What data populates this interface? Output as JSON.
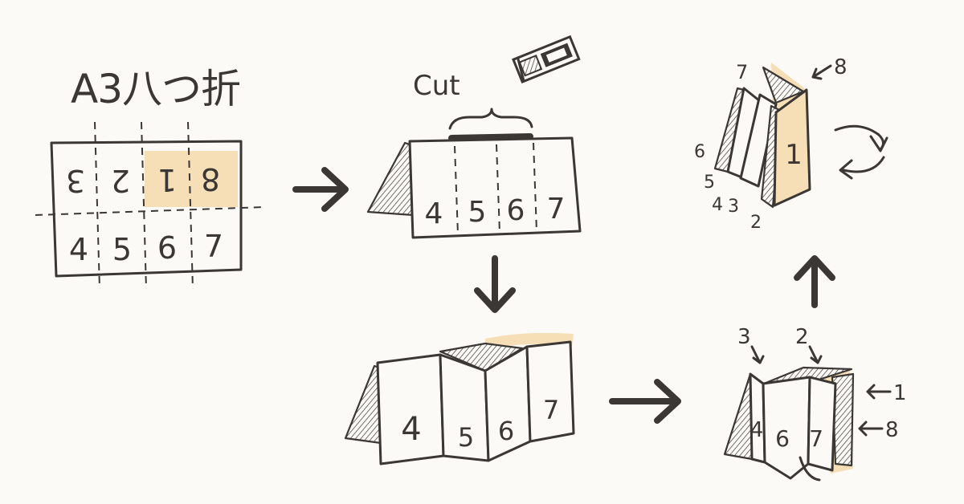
{
  "title": "A3八つ折",
  "cut_label": "Cut",
  "sheet": {
    "top_row": [
      "3",
      "2",
      "1",
      "8"
    ],
    "bottom_row": [
      "4",
      "5",
      "6",
      "7"
    ]
  },
  "step_folded": {
    "panels": [
      "4",
      "5",
      "6",
      "7"
    ]
  },
  "step_pushed": {
    "panels": [
      "4",
      "5",
      "6",
      "7"
    ]
  },
  "step_zigzag": {
    "panels": [
      "4",
      "6",
      "7"
    ],
    "pointers": [
      "3",
      "2",
      "1",
      "8"
    ]
  },
  "step_booklet": {
    "cover": "1",
    "pages": [
      "7",
      "8",
      "6",
      "5",
      "4",
      "3",
      "2"
    ]
  },
  "colors": {
    "ink": "#3a3734",
    "highlight": "#f6dfb6",
    "background": "#fbfaf6"
  },
  "icons": [
    "scissors-icon",
    "rotate-arrows-icon"
  ]
}
